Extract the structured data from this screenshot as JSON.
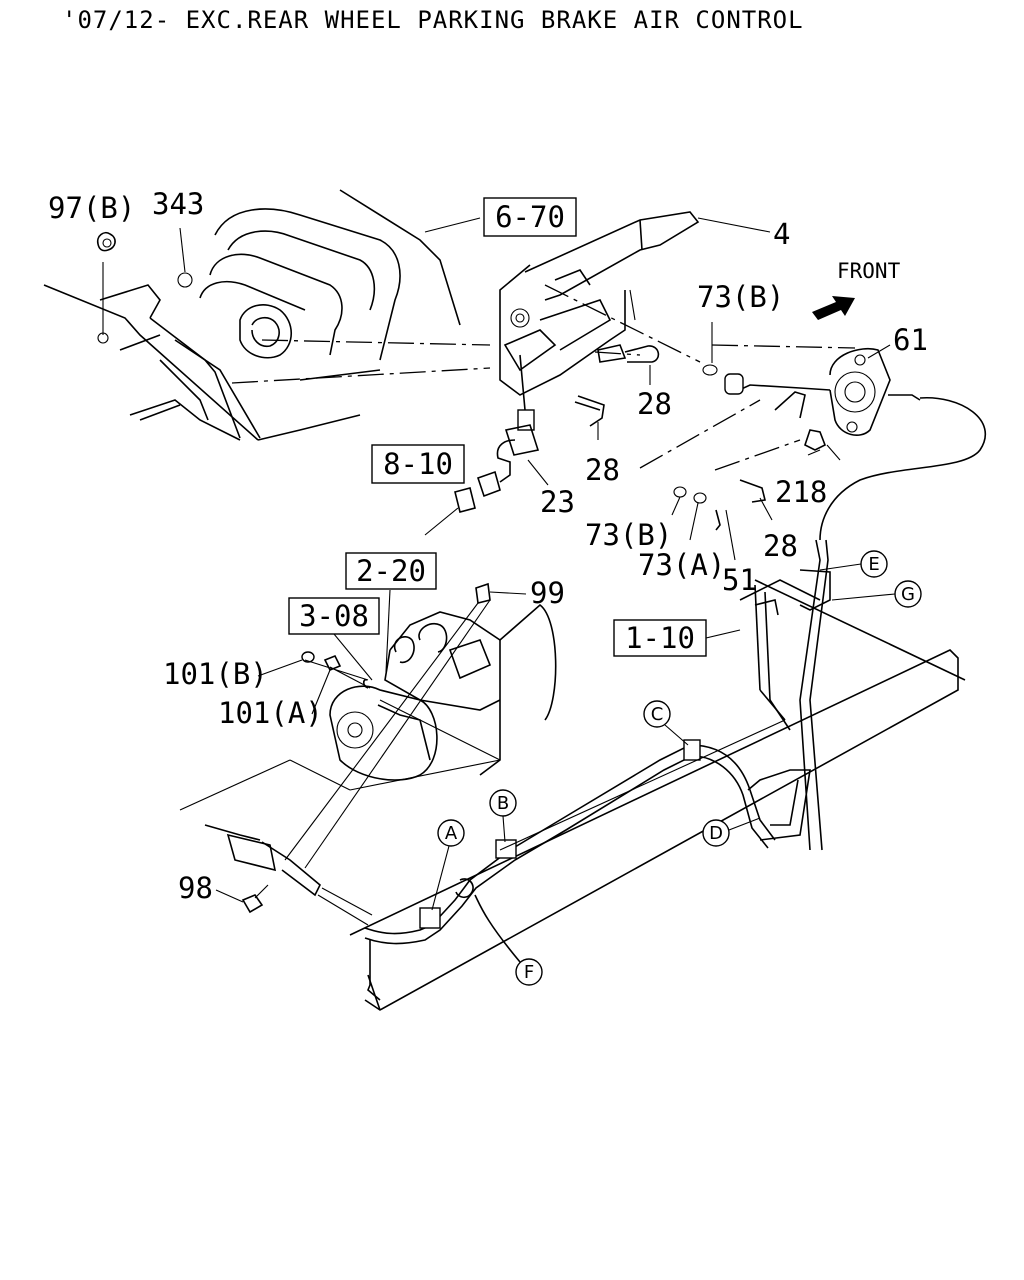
{
  "title": "'07/12- EXC.REAR WHEEL PARKING BRAKE AIR CONTROL",
  "orientation_label": "FRONT",
  "boxed_references": {
    "ref_6_70": "6-70",
    "ref_8_10": "8-10",
    "ref_2_20": "2-20",
    "ref_3_08": "3-08",
    "ref_1_10": "1-10"
  },
  "part_numbers": {
    "p97b": "97(B)",
    "p343": "343",
    "p4": "4",
    "p73b_top": "73(B)",
    "p61": "61",
    "p28_a": "28",
    "p28_b": "28",
    "p28_c": "28",
    "p218": "218",
    "p23": "23",
    "p73b_bottom": "73(B)",
    "p73a": "73(A)",
    "p51": "51",
    "p99": "99",
    "p101b": "101(B)",
    "p101a": "101(A)",
    "p98": "98"
  },
  "callouts": {
    "a": "A",
    "b": "B",
    "c": "C",
    "d": "D",
    "e": "E",
    "f": "F",
    "g": "G"
  }
}
